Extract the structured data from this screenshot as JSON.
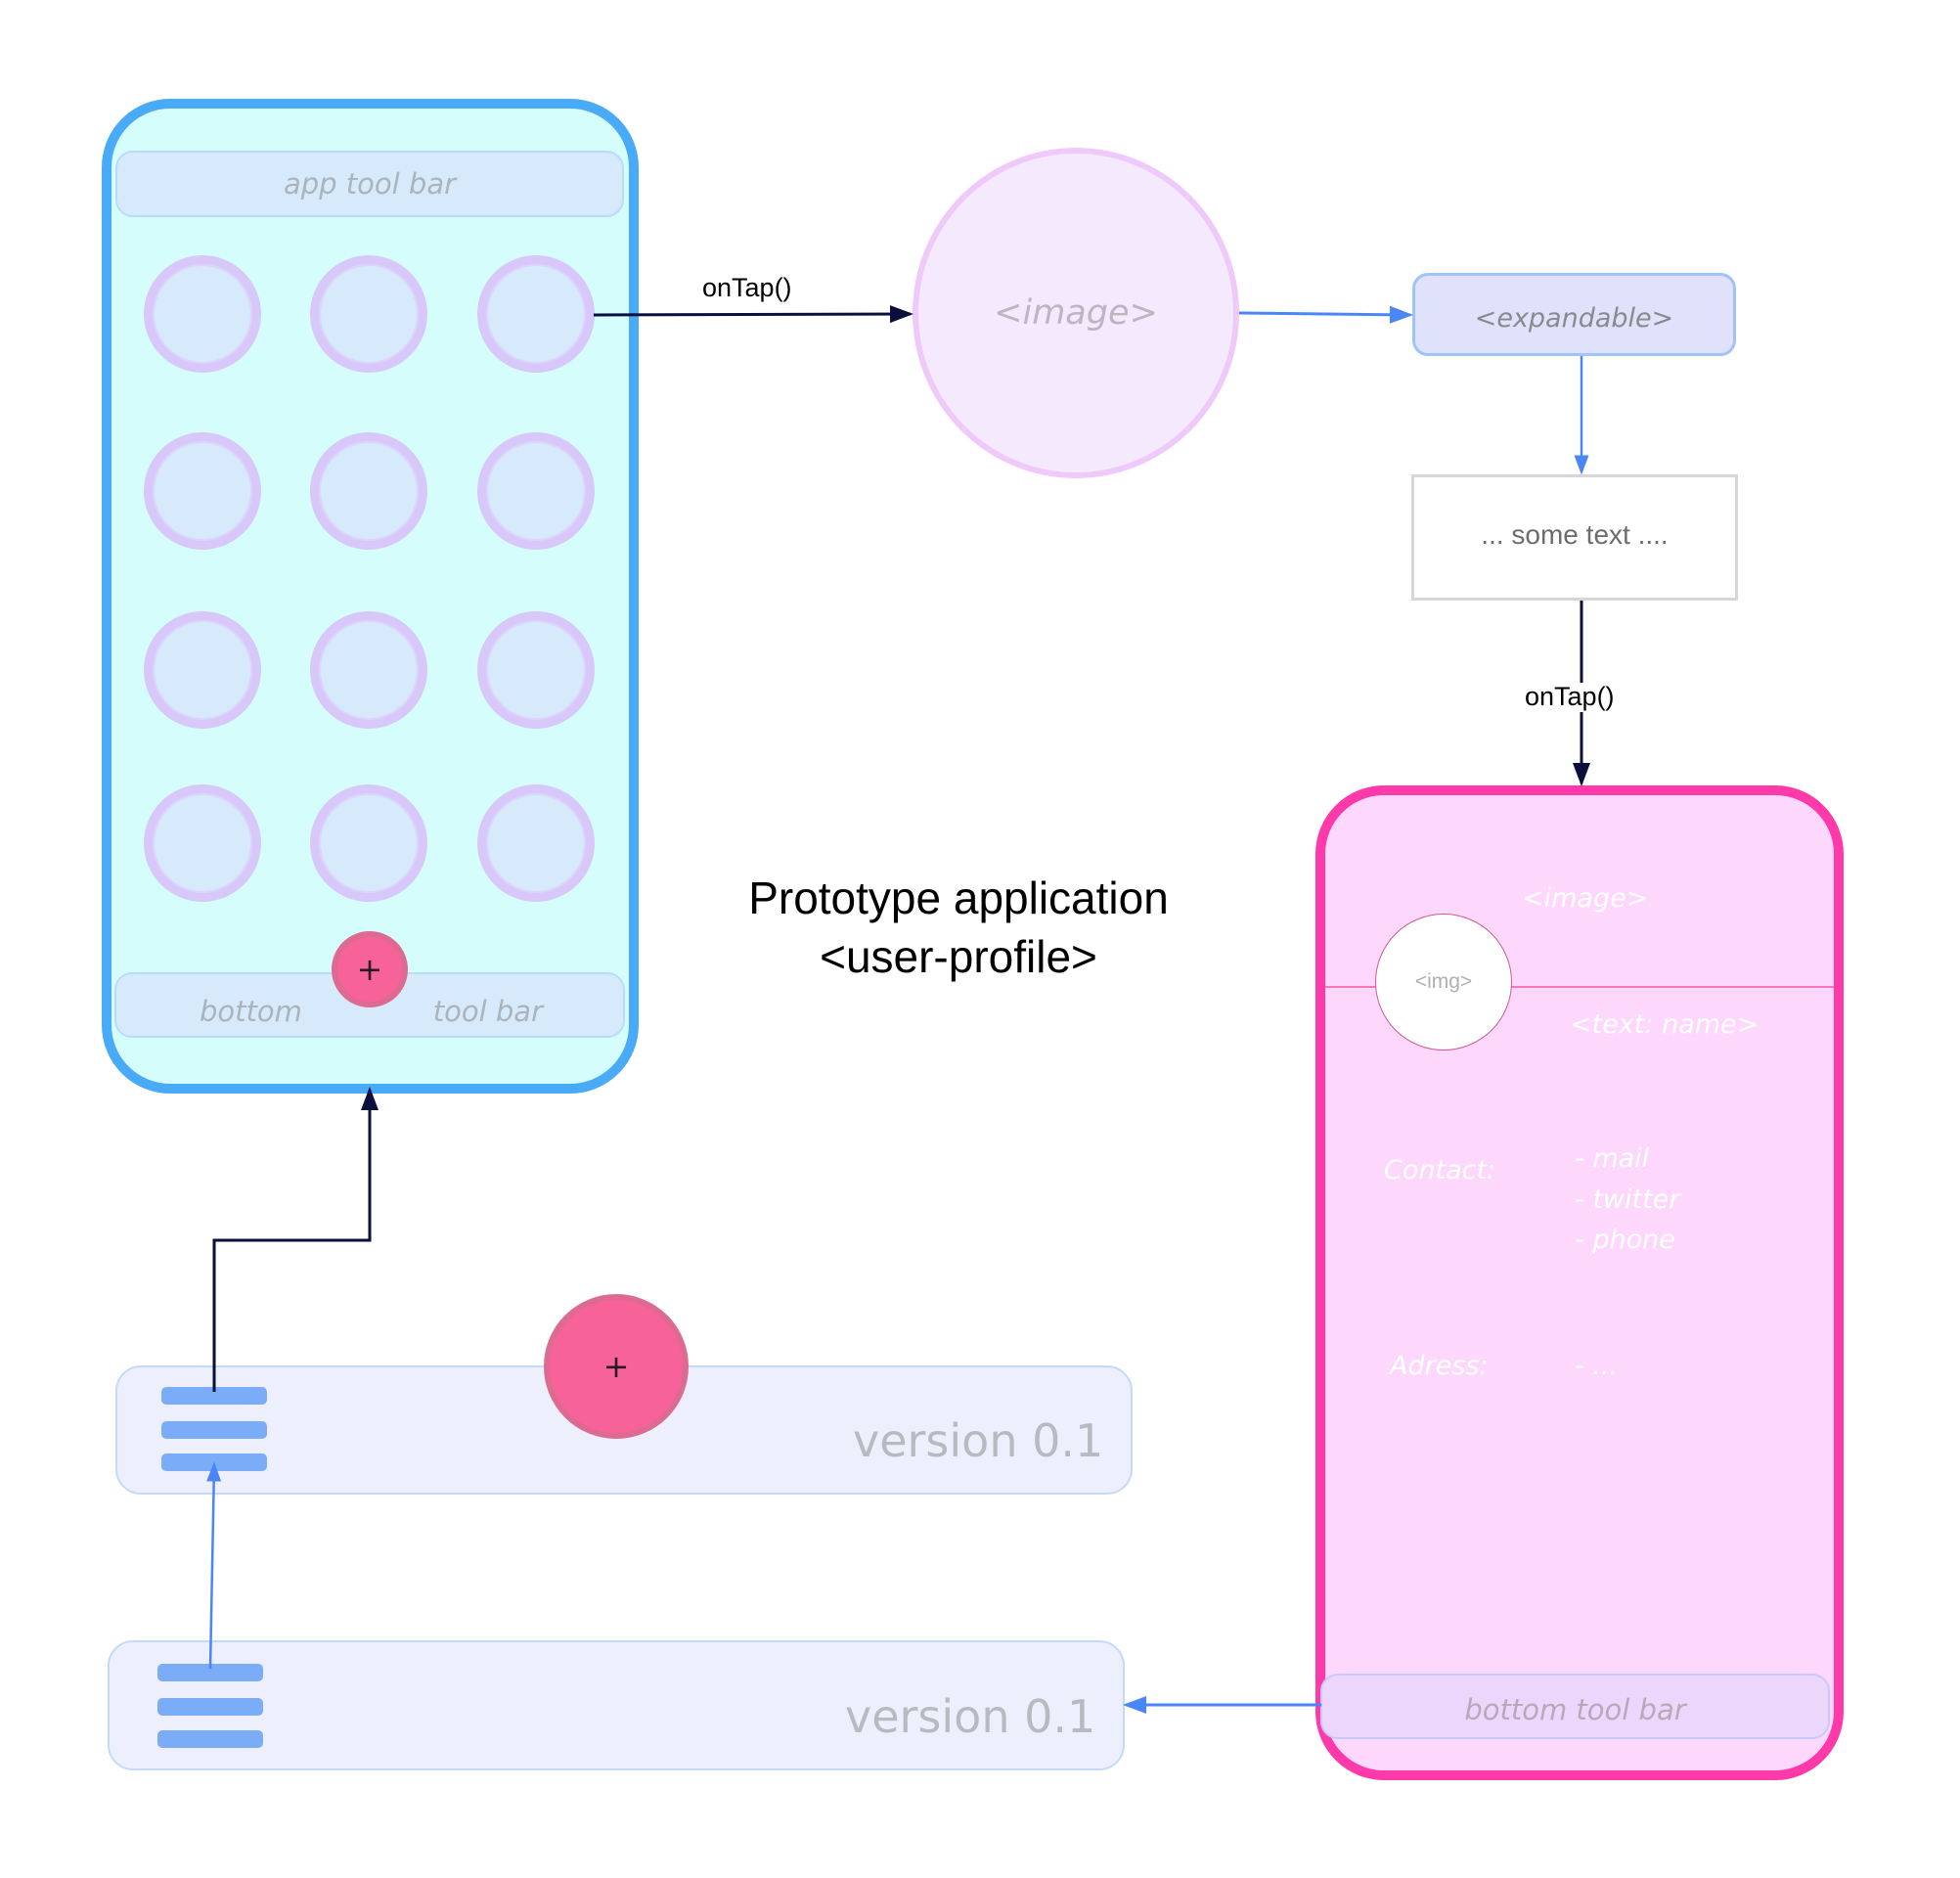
{
  "title": {
    "line1": "Prototype application",
    "line2": "<user-profile>"
  },
  "main_screen": {
    "app_toolbar_label": "app tool bar",
    "grid_rows": 4,
    "grid_cols": 3,
    "bottom_toolbar_left": "bottom",
    "bottom_toolbar_right": "tool bar",
    "fab_label": "+"
  },
  "image_node": {
    "label": "<image>"
  },
  "expandable_node": {
    "label": "<expandable>"
  },
  "text_node": {
    "label": "... some text ...."
  },
  "edges": {
    "grid_to_image_label": "onTap()",
    "text_to_profile_label": "onTap()"
  },
  "profile_screen": {
    "image_label": "<image>",
    "avatar_label": "<img>",
    "name_label": "<text: name>",
    "contact_label": "Contact:",
    "contact_items": [
      "- mail",
      "- twitter",
      "- phone"
    ],
    "address_label": "Adress:",
    "address_value": "- ...",
    "bottom_toolbar_label": "bottom tool bar"
  },
  "version_bars": [
    {
      "label": "version 0.1",
      "fab_label": "+"
    },
    {
      "label": "version 0.1"
    }
  ],
  "colors": {
    "main_phone_border": "#49abf7",
    "main_phone_fill": "#d5fdfc",
    "profile_phone_border": "#fe3aab",
    "profile_phone_fill": "#fed7fc",
    "fab": "#f76399",
    "blue_edge": "#4a86f5",
    "dark_edge": "#0a0f3d"
  }
}
